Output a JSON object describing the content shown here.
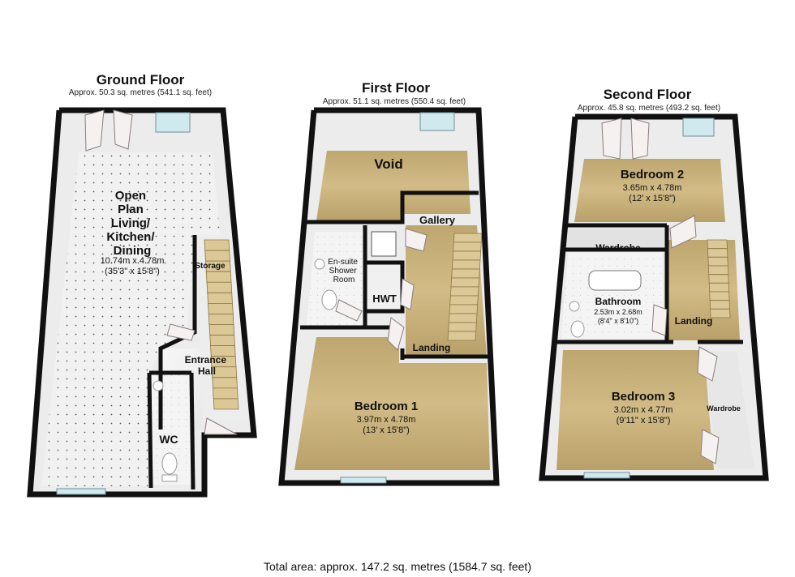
{
  "floors": {
    "ground": {
      "title": "Ground Floor",
      "area": "Approx. 50.3 sq. metres (541.1 sq. feet)",
      "rooms": {
        "living": {
          "name_lines": [
            "Open",
            "Plan",
            "Living/",
            "Kitchen/",
            "Dining"
          ],
          "dims": [
            "10.74m x 4.78m",
            "(35'3\" x 15'8\")"
          ]
        },
        "storage": {
          "name": "Storage"
        },
        "entrance": {
          "name_lines": [
            "Entrance",
            "Hall"
          ]
        },
        "wc": {
          "name": "WC"
        }
      }
    },
    "first": {
      "title": "First Floor",
      "area": "Approx. 51.1 sq. metres (550.4 sq. feet)",
      "rooms": {
        "void": {
          "name": "Void"
        },
        "gallery": {
          "name": "Gallery"
        },
        "ensuite": {
          "name_lines": [
            "En-suite",
            "Shower",
            "Room"
          ]
        },
        "hwt": {
          "name": "HWT"
        },
        "landing": {
          "name": "Landing"
        },
        "bedroom1": {
          "name": "Bedroom 1",
          "dims": [
            "3.97m x 4.78m",
            "(13' x 15'8\")"
          ]
        }
      }
    },
    "second": {
      "title": "Second Floor",
      "area": "Approx. 45.8 sq. metres (493.2 sq. feet)",
      "rooms": {
        "bedroom2": {
          "name": "Bedroom 2",
          "dims": [
            "3.65m x 4.78m",
            "(12' x 15'8\")"
          ]
        },
        "wardrobe_top": {
          "name": "Wardrobe"
        },
        "bathroom": {
          "name": "Bathroom",
          "dims": [
            "2.53m x 2.68m",
            "(8'4\" x 8'10\")"
          ]
        },
        "landing": {
          "name": "Landing"
        },
        "bedroom3": {
          "name": "Bedroom 3",
          "dims": [
            "3.02m x 4.77m",
            "(9'11\" x 15'8\")"
          ]
        },
        "wardrobe_side": {
          "name": "Wardrobe"
        }
      }
    }
  },
  "total_area": "Total area: approx. 147.2 sq. metres (1584.7 sq. feet)",
  "colors": {
    "carpet": "#c9b280",
    "tile_floor": "#f3f3f3",
    "window": "#cfe9ee",
    "stairs": "#dcc797",
    "wall": "#111111"
  }
}
